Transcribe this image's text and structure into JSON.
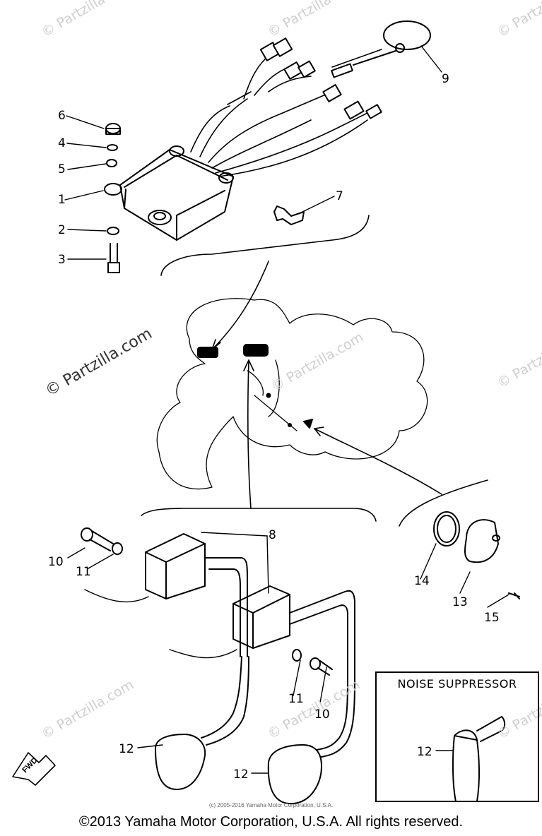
{
  "watermarks": {
    "brand": "© Partzilla",
    "brand_com": "© Partzilla.com"
  },
  "callouts": {
    "n1": "1",
    "n2": "2",
    "n3": "3",
    "n4": "4",
    "n5": "5",
    "n6": "6",
    "n7": "7",
    "n8": "8",
    "n9": "9",
    "n10a": "10",
    "n10b": "10",
    "n11a": "11",
    "n11b": "11",
    "n12a": "12",
    "n12b": "12",
    "n12c": "12",
    "n13": "13",
    "n14": "14",
    "n15": "15"
  },
  "inset": {
    "title": "NOISE SUPPRESSOR"
  },
  "fwd": "FWD",
  "copyright_small": "(c) 2005-2016 Yamaha Motor Corporation, U.S.A.",
  "copyright_main": "©2013 Yamaha Motor Corporation, U.S.A. All rights reserved."
}
